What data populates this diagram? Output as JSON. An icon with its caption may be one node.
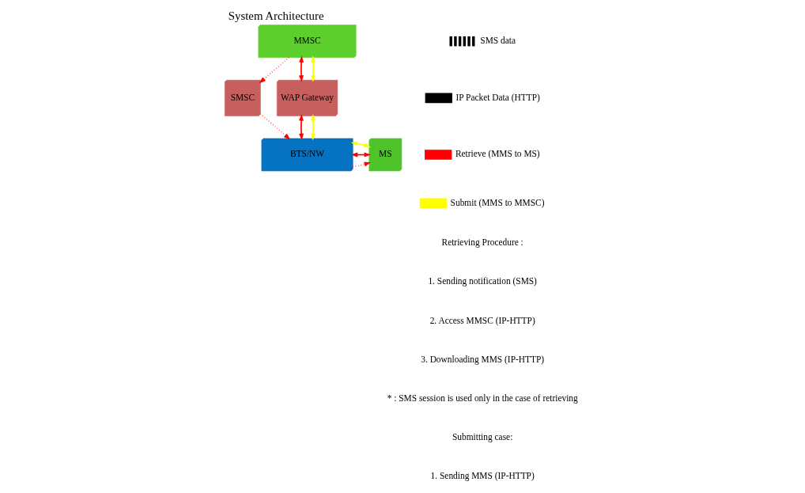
{
  "diagram": {
    "title": "System Architecture",
    "nodes": [
      {
        "text": [
          "MMSC"
        ]
      },
      {
        "text": [
          "SMSC"
        ]
      },
      {
        "text": [
          "WAP Gateway"
        ]
      },
      {
        "text": [
          "MS"
        ]
      },
      {
        "text": [
          "BTS/NW"
        ]
      }
    ],
    "edges": [
      {
        "from": 0,
        "to": 1,
        "arrow": "to",
        "style": "dashed"
      },
      {
        "from": 0,
        "to": 2,
        "arrow": "both"
      },
      {
        "from": 0,
        "to": 2,
        "arrow": "both",
        "color": "#ffff00"
      },
      {
        "from": 1,
        "to": 4,
        "arrow": "to",
        "style": "dashed"
      },
      {
        "from": 2,
        "to": 4,
        "arrow": "both"
      },
      {
        "from": 2,
        "to": 4,
        "arrow": "both",
        "color": "#ffff00"
      },
      {
        "from": 4,
        "to": 3,
        "arrow": "to",
        "style": "dashed"
      },
      {
        "from": 3,
        "to": 4,
        "arrow": "both"
      },
      {
        "from": 3,
        "to": 4,
        "arrow": "both",
        "color": "#ffff00"
      }
    ],
    "labels": [
      "Retrieving Procedure :",
      "1. Sending notification (SMS)",
      "2. Access MMSC (IP-HTTP)",
      "3. Downloading MMS (IP-HTTP)",
      "* : SMS session is used only in the case of retrieving",
      "Submitting case:",
      "1. Sending MMS (IP-HTTP)"
    ],
    "legend": [
      {
        "text": "SMS data"
      },
      {
        "text": "IP Packet Data (HTTP)"
      },
      {
        "text": "Retrieve (MMS to MS)"
      },
      {
        "text": "Submit (MMS to MMSC)"
      }
    ]
  }
}
